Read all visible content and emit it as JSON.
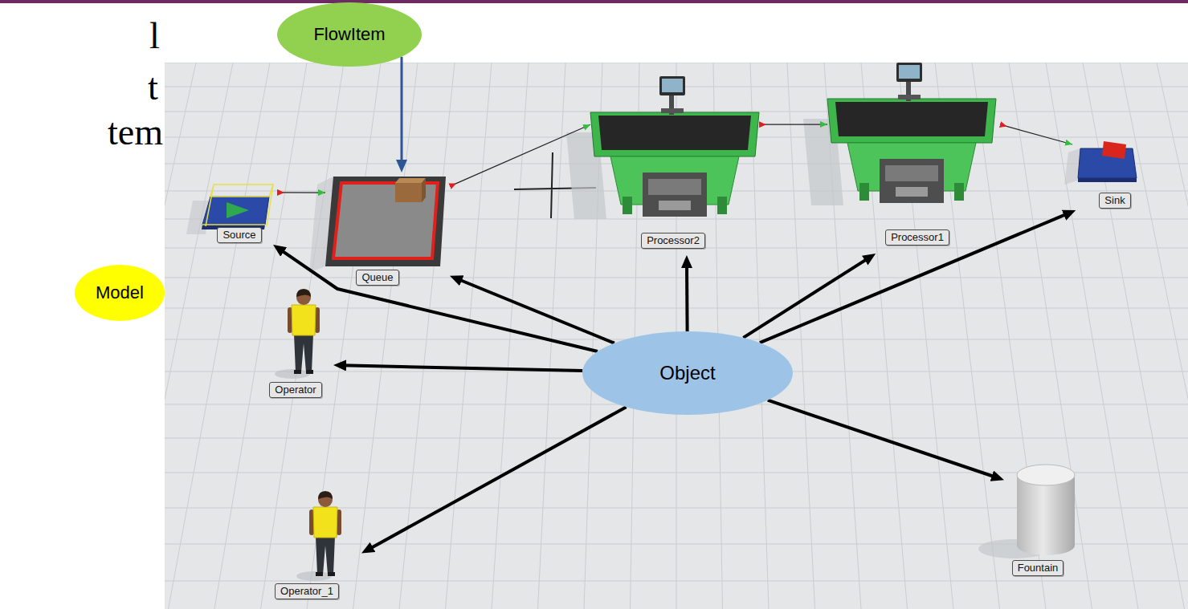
{
  "diagram": {
    "nodes": [
      {
        "text": [
          "FlowItem"
        ]
      },
      {
        "text": [
          "Source"
        ]
      },
      {
        "text": [
          "Queue"
        ]
      },
      {
        "text": [
          "Processor2"
        ]
      },
      {
        "text": [
          "Processor1"
        ]
      },
      {
        "text": [
          "Sink"
        ]
      },
      {
        "text": [
          "Model"
        ]
      },
      {
        "text": [
          "Object"
        ]
      },
      {
        "text": [
          "Operator"
        ]
      },
      {
        "text": [
          "Operator_1"
        ]
      },
      {
        "text": [
          "Fountain"
        ]
      }
    ],
    "edges": [
      {
        "from": 0,
        "to": 2,
        "arrow": "to"
      },
      {
        "from": 1,
        "to": 2,
        "arrow": "to"
      },
      {
        "from": 2,
        "to": 3,
        "arrow": "to"
      },
      {
        "from": 3,
        "to": 4,
        "arrow": "to"
      },
      {
        "from": 4,
        "to": 5,
        "arrow": "to"
      },
      {
        "from": 7,
        "to": 1,
        "arrow": "to"
      },
      {
        "from": 7,
        "to": 2,
        "arrow": "to"
      },
      {
        "from": 7,
        "to": 3,
        "arrow": "to"
      },
      {
        "from": 7,
        "to": 4,
        "arrow": "to"
      },
      {
        "from": 7,
        "to": 5,
        "arrow": "to"
      },
      {
        "from": 7,
        "to": 8,
        "arrow": "to"
      },
      {
        "from": 7,
        "to": 9,
        "arrow": "to"
      },
      {
        "from": 7,
        "to": 10,
        "arrow": "to"
      }
    ],
    "labels": [
      "l",
      "t",
      "tem"
    ]
  }
}
